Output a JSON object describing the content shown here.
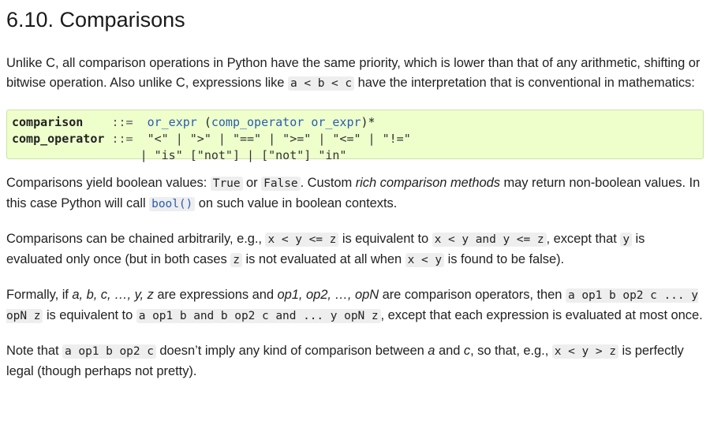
{
  "section": {
    "title": "6.10. Comparisons"
  },
  "para1": {
    "t1": "Unlike C, all comparison operations in Python have the same priority, which is lower than that of any arithmetic, shifting or bitwise operation. Also unlike C, expressions like ",
    "c1": "a < b < c",
    "t2": " have the interpretation that is conventional in mathematics:"
  },
  "grammar": {
    "line1": {
      "name": "comparison",
      "pad": "    ",
      "sep": "::=",
      "ref1": "or_expr",
      "mid": " (",
      "ref2": "comp_operator",
      "sp": " ",
      "ref3": "or_expr",
      "end": ")*"
    },
    "line2": {
      "name": "comp_operator",
      "pad": " ",
      "sep": "::=",
      "tokens": "\"<\" | \">\" | \"==\" | \">=\" | \"<=\" | \"!=\""
    },
    "line3": {
      "indent": "                  ",
      "tokens": "| \"is\" [\"not\"] | [\"not\"] \"in\""
    }
  },
  "para2": {
    "t1": "Comparisons yield boolean values: ",
    "c1": "True",
    "t2": " or ",
    "c2": "False",
    "t3": ". Custom ",
    "e1": "rich comparison methods",
    "t4": " may return non-boolean values. In this case Python will call ",
    "c3": "bool()",
    "t5": " on such value in boolean contexts."
  },
  "para3": {
    "t1": "Comparisons can be chained arbitrarily, e.g., ",
    "c1": "x < y <= z",
    "t2": " is equivalent to ",
    "c2": "x < y and y <= z",
    "t3": ", except that ",
    "c3": "y",
    "t4": " is evaluated only once (but in both cases ",
    "c4": "z",
    "t5": " is not evaluated at all when ",
    "c5": "x < y",
    "t6": " is found to be false)."
  },
  "para4": {
    "t1": "Formally, if ",
    "e1": "a, b, c, …, y, z",
    "t2": " are expressions and ",
    "e2": "op1, op2, …, opN",
    "t3": " are comparison operators, then ",
    "c1": "a op1 b op2 c ... y opN z",
    "t4": " is equivalent to ",
    "c2": "a op1 b and b op2 c and ... y opN z",
    "t5": ", except that each expression is evaluated at most once."
  },
  "para5": {
    "t1": "Note that ",
    "c1": "a op1 b op2 c",
    "t2": " doesn’t imply any kind of comparison between ",
    "e1": "a",
    "t3": " and ",
    "e2": "c",
    "t4": ", so that, e.g., ",
    "c2": "x < y > z",
    "t5": " is perfectly legal (though perhaps not pretty)."
  }
}
